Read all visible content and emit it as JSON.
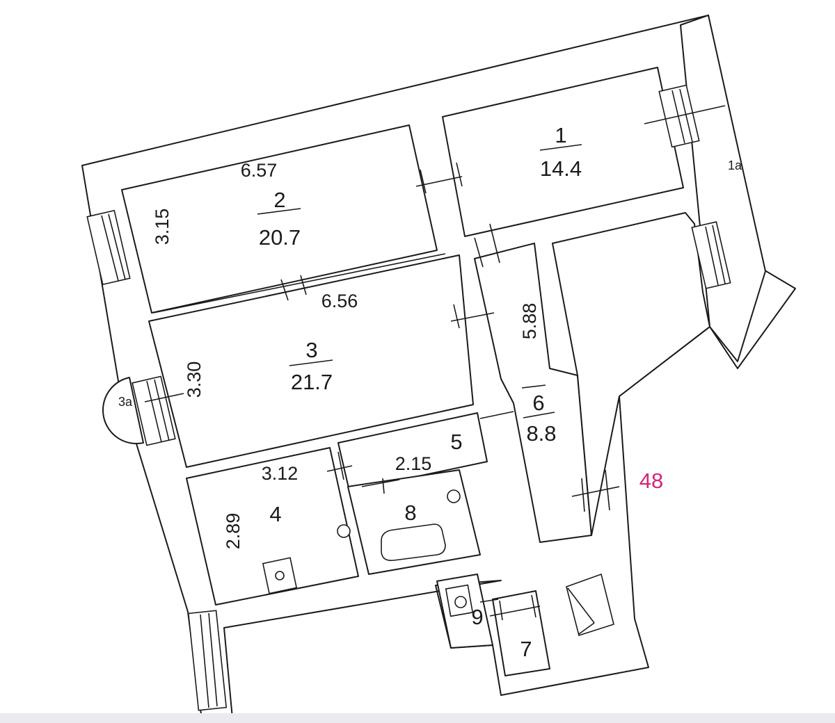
{
  "rooms": {
    "r1": {
      "number": "1",
      "area": "14.4"
    },
    "r2": {
      "number": "2",
      "area": "20.7"
    },
    "r3": {
      "number": "3",
      "area": "21.7"
    },
    "r4": {
      "number": "4"
    },
    "r5": {
      "number": "5"
    },
    "r6": {
      "number": "6",
      "area": "8.8"
    },
    "r7": {
      "number": "7"
    },
    "r8": {
      "number": "8"
    },
    "r9": {
      "number": "9"
    },
    "r1a": {
      "number": "1а"
    },
    "r3a": {
      "number": "3а"
    }
  },
  "dimensions": {
    "room2_width": "6.57",
    "room2_depth": "3.15",
    "room3_width": "6.56",
    "room3_depth": "3.30",
    "room4_width": "3.12",
    "room4_depth": "2.89",
    "room5_width": "2.15",
    "room6_length": "5.88"
  },
  "total_area": "48",
  "colors": {
    "total_area": "#d6247a",
    "walls": "#1a1a1a"
  }
}
